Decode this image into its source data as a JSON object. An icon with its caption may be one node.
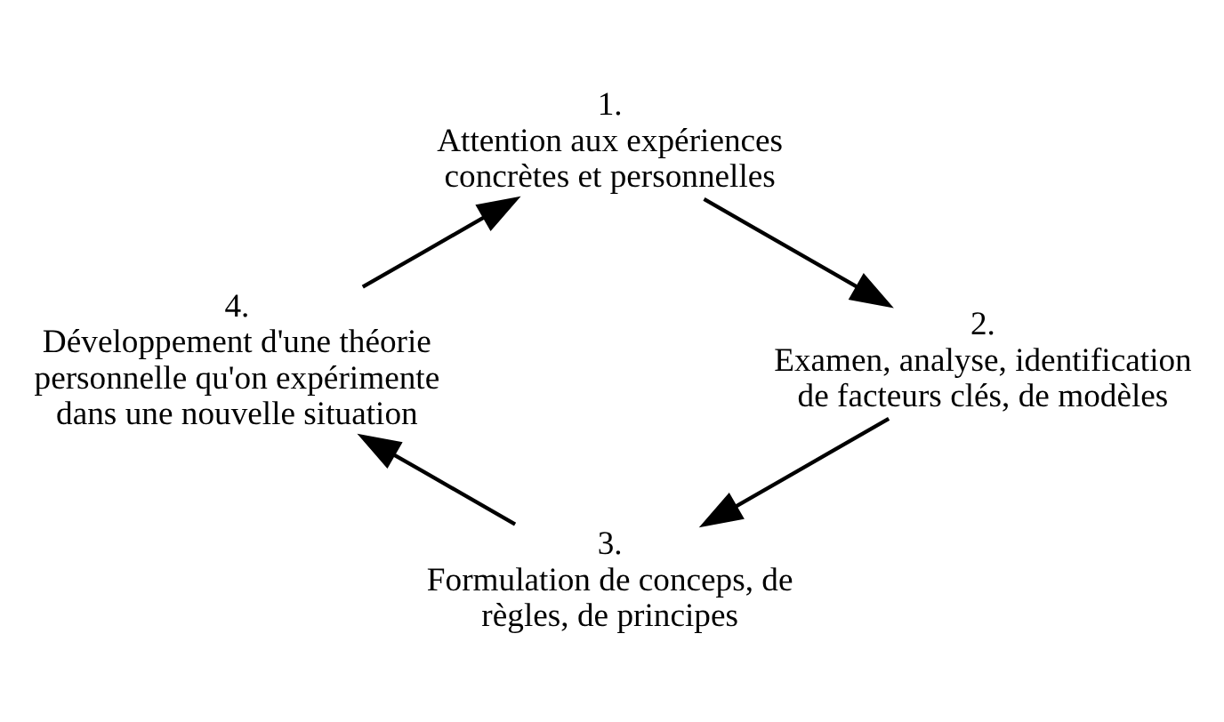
{
  "diagram": {
    "nodes": [
      {
        "text": [
          "1.",
          "Attention aux expériences concrètes et personnelles"
        ]
      },
      {
        "text": [
          "2.",
          "Examen, analyse, identification de facteurs clés, de modèles"
        ]
      },
      {
        "text": [
          "3.",
          "Formulation de conceps, de règles, de principes"
        ]
      },
      {
        "text": [
          "4.",
          "Développement d'une théorie personnelle qu'on expérimente dans une nouvelle situation"
        ]
      }
    ],
    "edges": [
      {
        "from": 0,
        "to": 1,
        "arrow": "to"
      },
      {
        "from": 1,
        "to": 2,
        "arrow": "to"
      },
      {
        "from": 2,
        "to": 3,
        "arrow": "to"
      },
      {
        "from": 3,
        "to": 0,
        "arrow": "to"
      }
    ]
  }
}
